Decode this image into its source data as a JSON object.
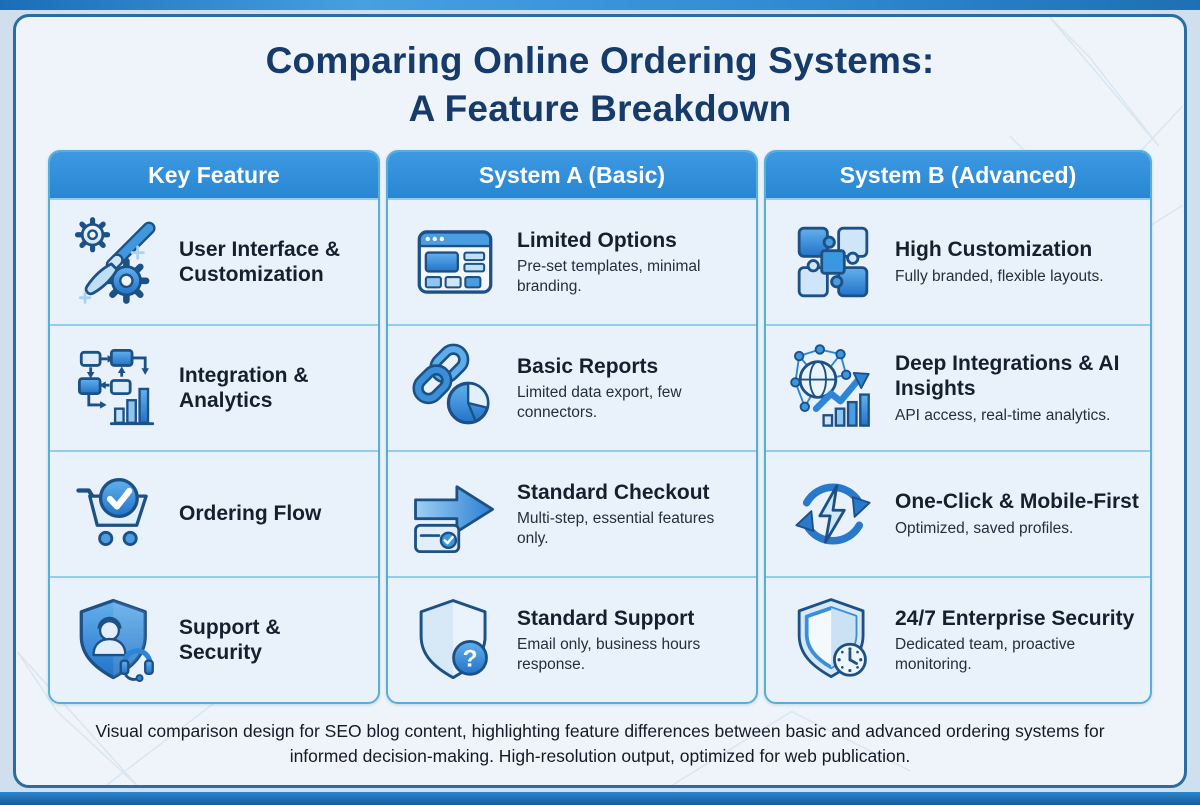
{
  "title": {
    "line1": "Comparing Online Ordering Systems:",
    "line2": "A Feature Breakdown"
  },
  "columns": [
    {
      "header": "Key Feature"
    },
    {
      "header": "System A (Basic)"
    },
    {
      "header": "System B (Advanced)"
    }
  ],
  "rows": [
    {
      "feature": {
        "icon": "paintbrush-gears-icon",
        "title": "User Interface & Customization"
      },
      "systemA": {
        "icon": "browser-template-icon",
        "title": "Limited Options",
        "subtitle": "Pre-set templates, minimal branding."
      },
      "systemB": {
        "icon": "puzzle-pieces-icon",
        "title": "High Customization",
        "subtitle": "Fully branded, flexible layouts."
      }
    },
    {
      "feature": {
        "icon": "flowchart-barchart-icon",
        "title": "Integration & Analytics"
      },
      "systemA": {
        "icon": "chain-link-pie-icon",
        "title": "Basic Reports",
        "subtitle": "Limited data export, few connectors."
      },
      "systemB": {
        "icon": "network-globe-growth-icon",
        "title": "Deep Integrations & AI Insights",
        "subtitle": "API access, real-time analytics."
      }
    },
    {
      "feature": {
        "icon": "cart-check-icon",
        "title": "Ordering Flow"
      },
      "systemA": {
        "icon": "arrow-card-icon",
        "title": "Standard Checkout",
        "subtitle": "Multi-step, essential features only."
      },
      "systemB": {
        "icon": "sync-lightning-icon",
        "title": "One-Click & Mobile-First",
        "subtitle": "Optimized, saved profiles."
      }
    },
    {
      "feature": {
        "icon": "shield-headset-icon",
        "title": "Support & Security"
      },
      "systemA": {
        "icon": "shield-question-icon",
        "title": "Standard Support",
        "subtitle": "Email only, business hours response."
      },
      "systemB": {
        "icon": "shield-clock-icon",
        "title": "24/7 Enterprise Security",
        "subtitle": "Dedicated team, proactive monitoring."
      }
    }
  ],
  "footer": "Visual comparison design for SEO blog content, highlighting feature differences between basic and advanced ordering systems for informed decision-making. High-resolution output, optimized for web publication.",
  "glyphs": {
    "question_mark": "?"
  },
  "colors": {
    "header_blue": "#2E8ED8",
    "title_navy": "#163A69",
    "panel_border": "#2A6DA1",
    "column_border": "#56AEDB",
    "cell_divider": "#93CDEC",
    "cell_background": "#E9F2FA",
    "icon_outline": "#1D5186",
    "icon_blue": "#3B97E0"
  }
}
